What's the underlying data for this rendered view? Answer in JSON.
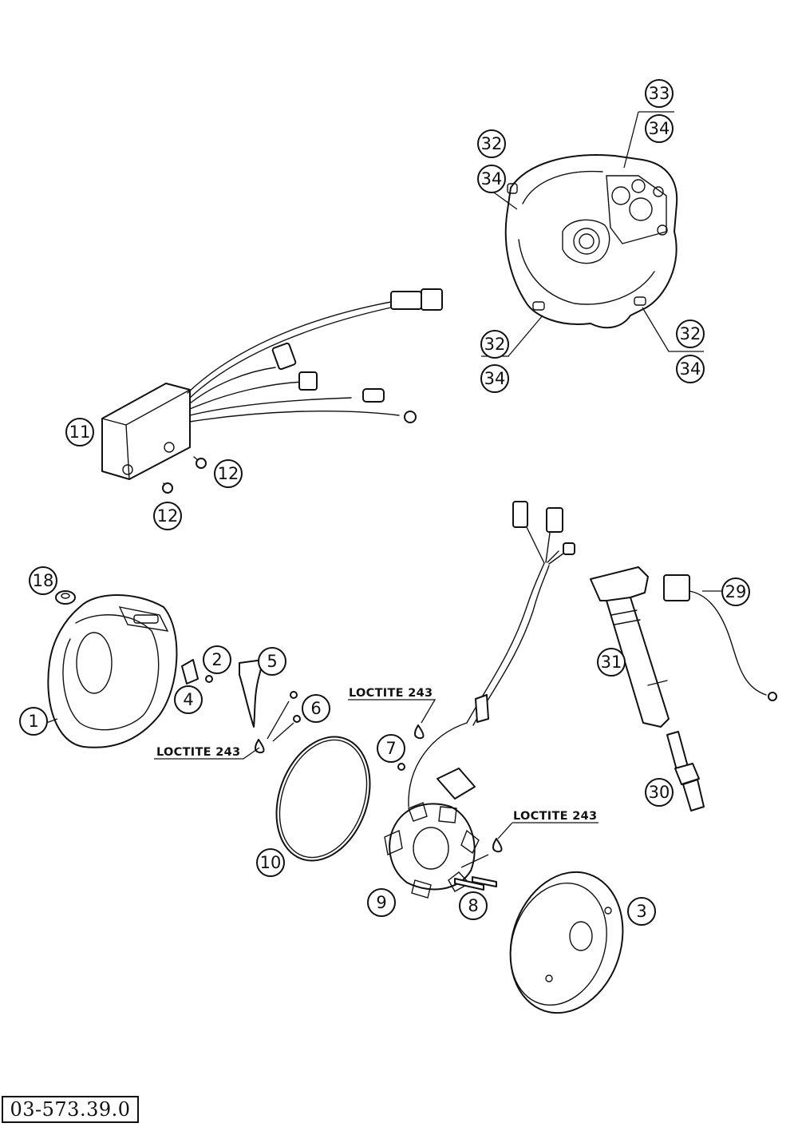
{
  "diagram": {
    "document_number": "03-573.39.0",
    "adhesive_note": "LOCTITE 243",
    "callouts": {
      "c1": "1",
      "c2": "2",
      "c3": "3",
      "c4": "4",
      "c5": "5",
      "c6": "6",
      "c7": "7",
      "c8": "8",
      "c9": "9",
      "c10": "10",
      "c11": "11",
      "c12a": "12",
      "c12b": "12",
      "c18": "18",
      "c29": "29",
      "c30": "30",
      "c31": "31",
      "c32a": "32",
      "c34a": "34",
      "c33": "33",
      "c34b": "34",
      "c32b": "32",
      "c34c": "34",
      "c32c": "32",
      "c34d": "34"
    }
  }
}
